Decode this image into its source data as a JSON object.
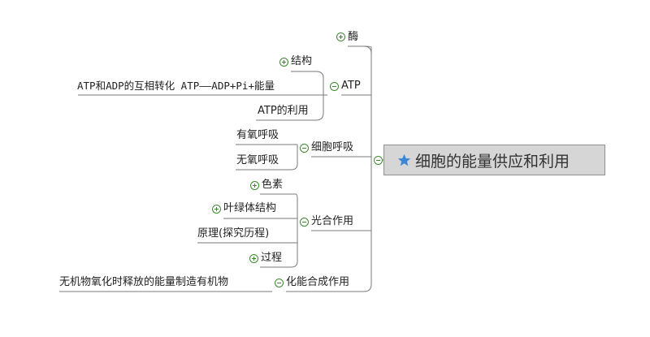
{
  "root": {
    "label": "细胞的能量供应和利用",
    "icon": "star-icon",
    "star_color": "#3b86d6"
  },
  "colors": {
    "line": "#7a7a7a",
    "toggle": "#3c8a2e"
  },
  "branches": [
    {
      "label": "酶",
      "toggle": "plus"
    },
    {
      "label": "ATP",
      "toggle": "minus",
      "children": [
        {
          "label": "结构",
          "toggle": "plus"
        },
        {
          "label": "ATP和ADP的互相转化 ATP——ADP+Pi+能量"
        },
        {
          "label": "ATP的利用"
        }
      ]
    },
    {
      "label": "细胞呼吸",
      "toggle": "minus",
      "children": [
        {
          "label": "有氧呼吸"
        },
        {
          "label": "无氧呼吸"
        }
      ]
    },
    {
      "label": "光合作用",
      "toggle": "minus",
      "children": [
        {
          "label": "色素",
          "toggle": "plus"
        },
        {
          "label": "叶绿体结构",
          "toggle": "plus"
        },
        {
          "label": "原理(探究历程)"
        },
        {
          "label": "过程",
          "toggle": "plus"
        }
      ]
    },
    {
      "label": "化能合成作用",
      "toggle": "minus",
      "children": [
        {
          "label": "无机物氧化时释放的能量制造有机物"
        }
      ]
    }
  ]
}
